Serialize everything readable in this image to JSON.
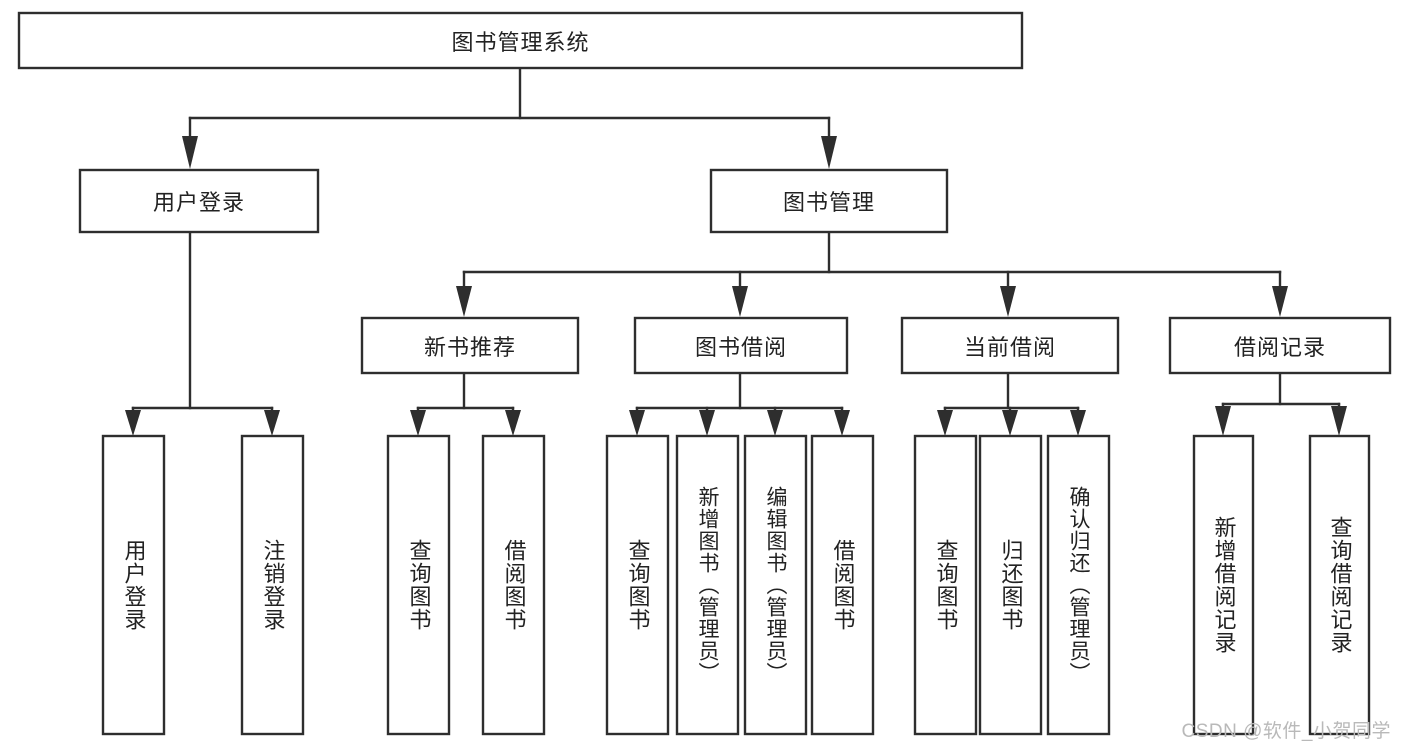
{
  "diagram": {
    "title_node": {
      "label": "图书管理系统"
    },
    "level2": [
      {
        "id": "user-login",
        "label": "用户登录"
      },
      {
        "id": "book-management",
        "label": "图书管理"
      }
    ],
    "level3": [
      {
        "id": "new-book-recommend",
        "label": "新书推荐"
      },
      {
        "id": "book-borrow",
        "label": "图书借阅"
      },
      {
        "id": "current-borrow",
        "label": "当前借阅"
      },
      {
        "id": "borrow-record",
        "label": "借阅记录"
      }
    ],
    "leaves": [
      {
        "id": "leaf-user-login",
        "label": "用户登录",
        "parent": "user-login"
      },
      {
        "id": "leaf-logout-login",
        "label": "注销登录",
        "parent": "user-login"
      },
      {
        "id": "leaf-query-book-1",
        "label": "查询图书",
        "parent": "new-book-recommend"
      },
      {
        "id": "leaf-borrow-book-1",
        "label": "借阅图书",
        "parent": "new-book-recommend"
      },
      {
        "id": "leaf-query-book-2",
        "label": "查询图书",
        "parent": "book-borrow"
      },
      {
        "id": "leaf-add-book",
        "label": "新增图书（管理员）",
        "parent": "book-borrow"
      },
      {
        "id": "leaf-edit-book",
        "label": "编辑图书（管理员）",
        "parent": "book-borrow"
      },
      {
        "id": "leaf-borrow-book-2",
        "label": "借阅图书",
        "parent": "book-borrow"
      },
      {
        "id": "leaf-query-book-3",
        "label": "查询图书",
        "parent": "current-borrow"
      },
      {
        "id": "leaf-return-book",
        "label": "归还图书",
        "parent": "current-borrow"
      },
      {
        "id": "leaf-confirm-return",
        "label": "确认归还（管理员）",
        "parent": "current-borrow"
      },
      {
        "id": "leaf-add-record",
        "label": "新增借阅记录",
        "parent": "borrow-record"
      },
      {
        "id": "leaf-query-record",
        "label": "查询借阅记录",
        "parent": "borrow-record"
      }
    ],
    "colors": {
      "stroke": "#2e2e2e",
      "fill": "#ffffff",
      "text": "#222222",
      "watermark": "#b9b9b9",
      "background": "#ffffff"
    }
  },
  "watermark": {
    "text": "CSDN @软件_小贺同学"
  }
}
